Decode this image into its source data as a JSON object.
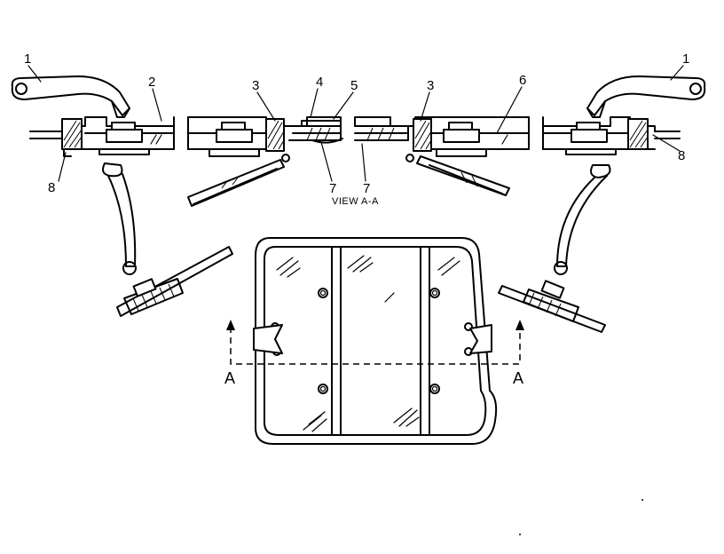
{
  "callouts": {
    "c1_left": "1",
    "c2": "2",
    "c3_a": "3",
    "c4": "4",
    "c5": "5",
    "c3_b": "3",
    "c6": "6",
    "c1_right": "1",
    "c8_left": "8",
    "c8_right": "8",
    "c7_a": "7",
    "c7_b": "7"
  },
  "view_label": "VIEW  A-A",
  "section_marks": {
    "left": "A",
    "right": "A"
  }
}
